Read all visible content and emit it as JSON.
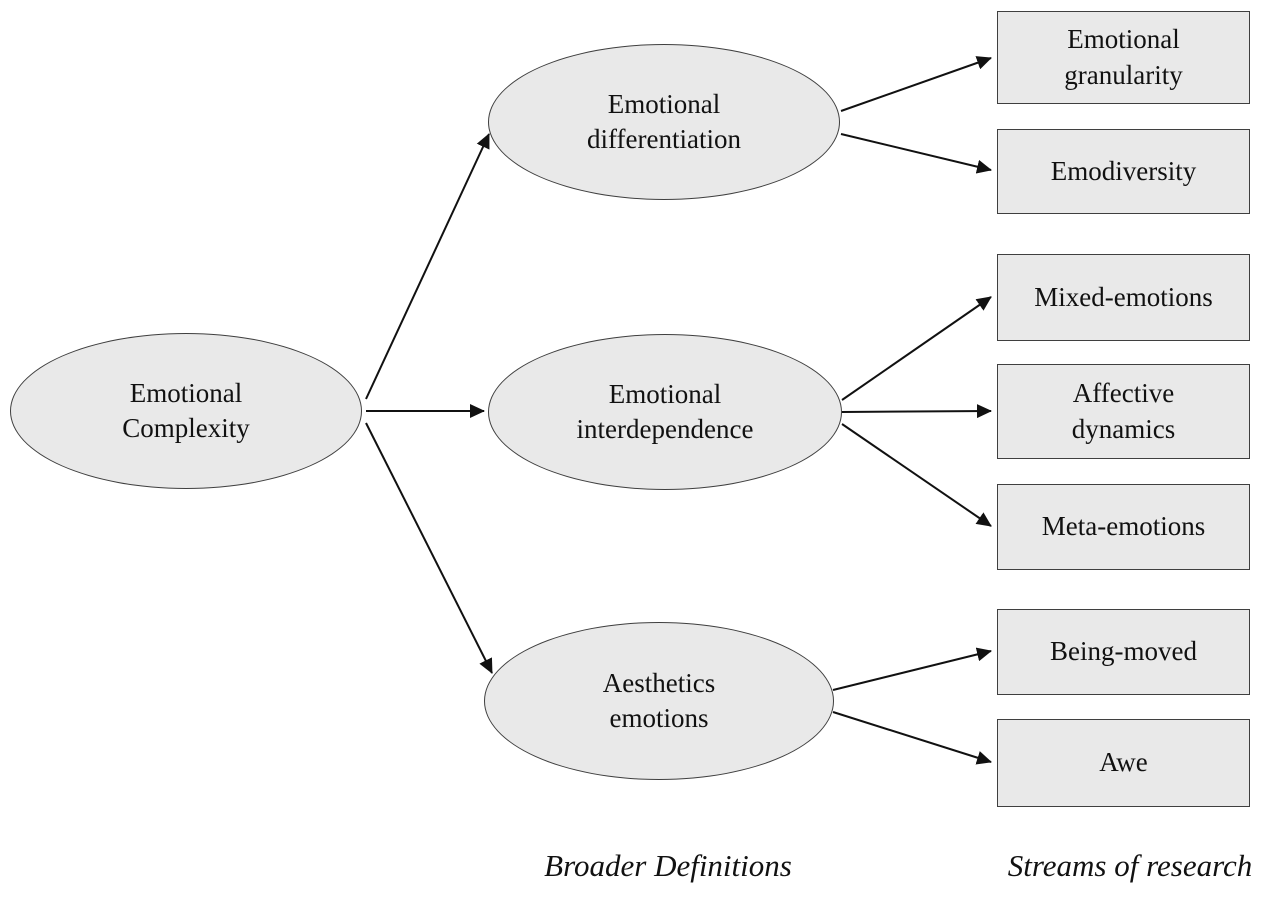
{
  "diagram": {
    "root": {
      "label": "Emotional\nComplexity"
    },
    "definitions": [
      {
        "label": "Emotional\ndifferentiation"
      },
      {
        "label": "Emotional\ninterdependence"
      },
      {
        "label": "Aesthetics\nemotions"
      }
    ],
    "streams": [
      {
        "label": "Emotional\ngranularity"
      },
      {
        "label": "Emodiversity"
      },
      {
        "label": "Mixed-emotions"
      },
      {
        "label": "Affective\ndynamics"
      },
      {
        "label": "Meta-emotions"
      },
      {
        "label": "Being-moved"
      },
      {
        "label": "Awe"
      }
    ],
    "captions": {
      "definitions": "Broader Definitions",
      "streams": "Streams of research"
    },
    "colors": {
      "node_fill": "#e9e9e9",
      "node_border": "#3f3f3f",
      "arrow": "#111111",
      "background": "#ffffff"
    }
  }
}
